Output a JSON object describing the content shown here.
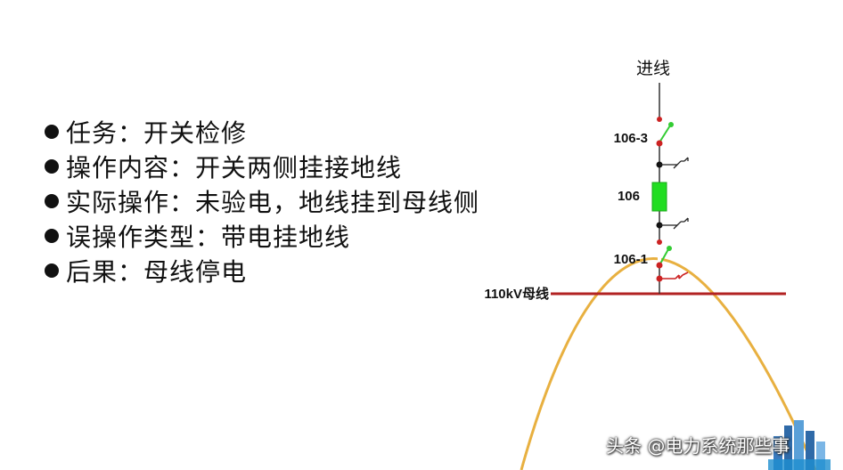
{
  "bullets": [
    {
      "text": "任务：开关检修"
    },
    {
      "text": "操作内容：开关两侧挂接地线"
    },
    {
      "text": "实际操作：未验电，地线挂到母线侧"
    },
    {
      "text": "误操作类型：带电挂地线"
    },
    {
      "text": "后果：母线停电"
    }
  ],
  "diagram": {
    "incoming_label": "进线",
    "disconnector_top_label": "106-3",
    "breaker_label": "106",
    "disconnector_bottom_label": "106-1",
    "busbar_label": "110kV母线",
    "colors": {
      "busbar": "#b22222",
      "breaker": "#22dd22",
      "arc": "#e8b040",
      "terminal": "#cc2222",
      "switch_open": "#33cc33"
    }
  },
  "watermark": "头条 @电力系统那些事"
}
